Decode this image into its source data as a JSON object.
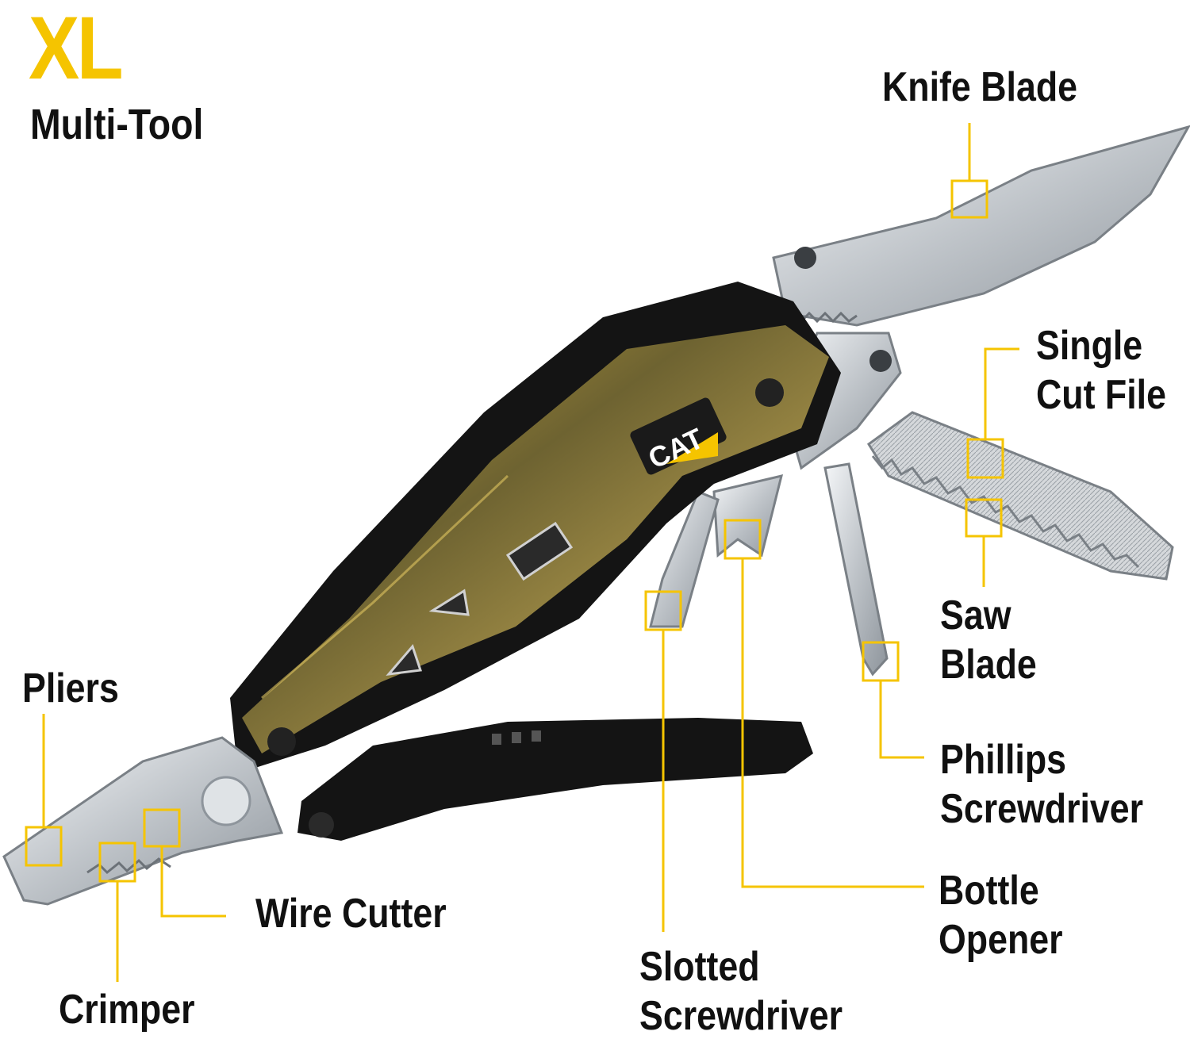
{
  "header": {
    "title": "XL",
    "subtitle": "Multi-Tool"
  },
  "product": {
    "brand_badge": "CAT"
  },
  "labels": {
    "knife_blade": "Knife Blade",
    "single_cut_file": [
      "Single",
      "Cut File"
    ],
    "saw_blade": [
      "Saw",
      "Blade"
    ],
    "phillips_screwdriver": [
      "Phillips",
      "Screwdriver"
    ],
    "bottle_opener": [
      "Bottle",
      "Opener"
    ],
    "slotted_screwdriver": [
      "Slotted",
      "Screwdriver"
    ],
    "pliers": "Pliers",
    "wire_cutter": "Wire Cutter",
    "crimper": "Crimper"
  },
  "colors": {
    "accent": "#f5c400",
    "text": "#111111",
    "handle": "#141414",
    "steel": "#c9cdd1",
    "camo": "#8a7a3a"
  }
}
